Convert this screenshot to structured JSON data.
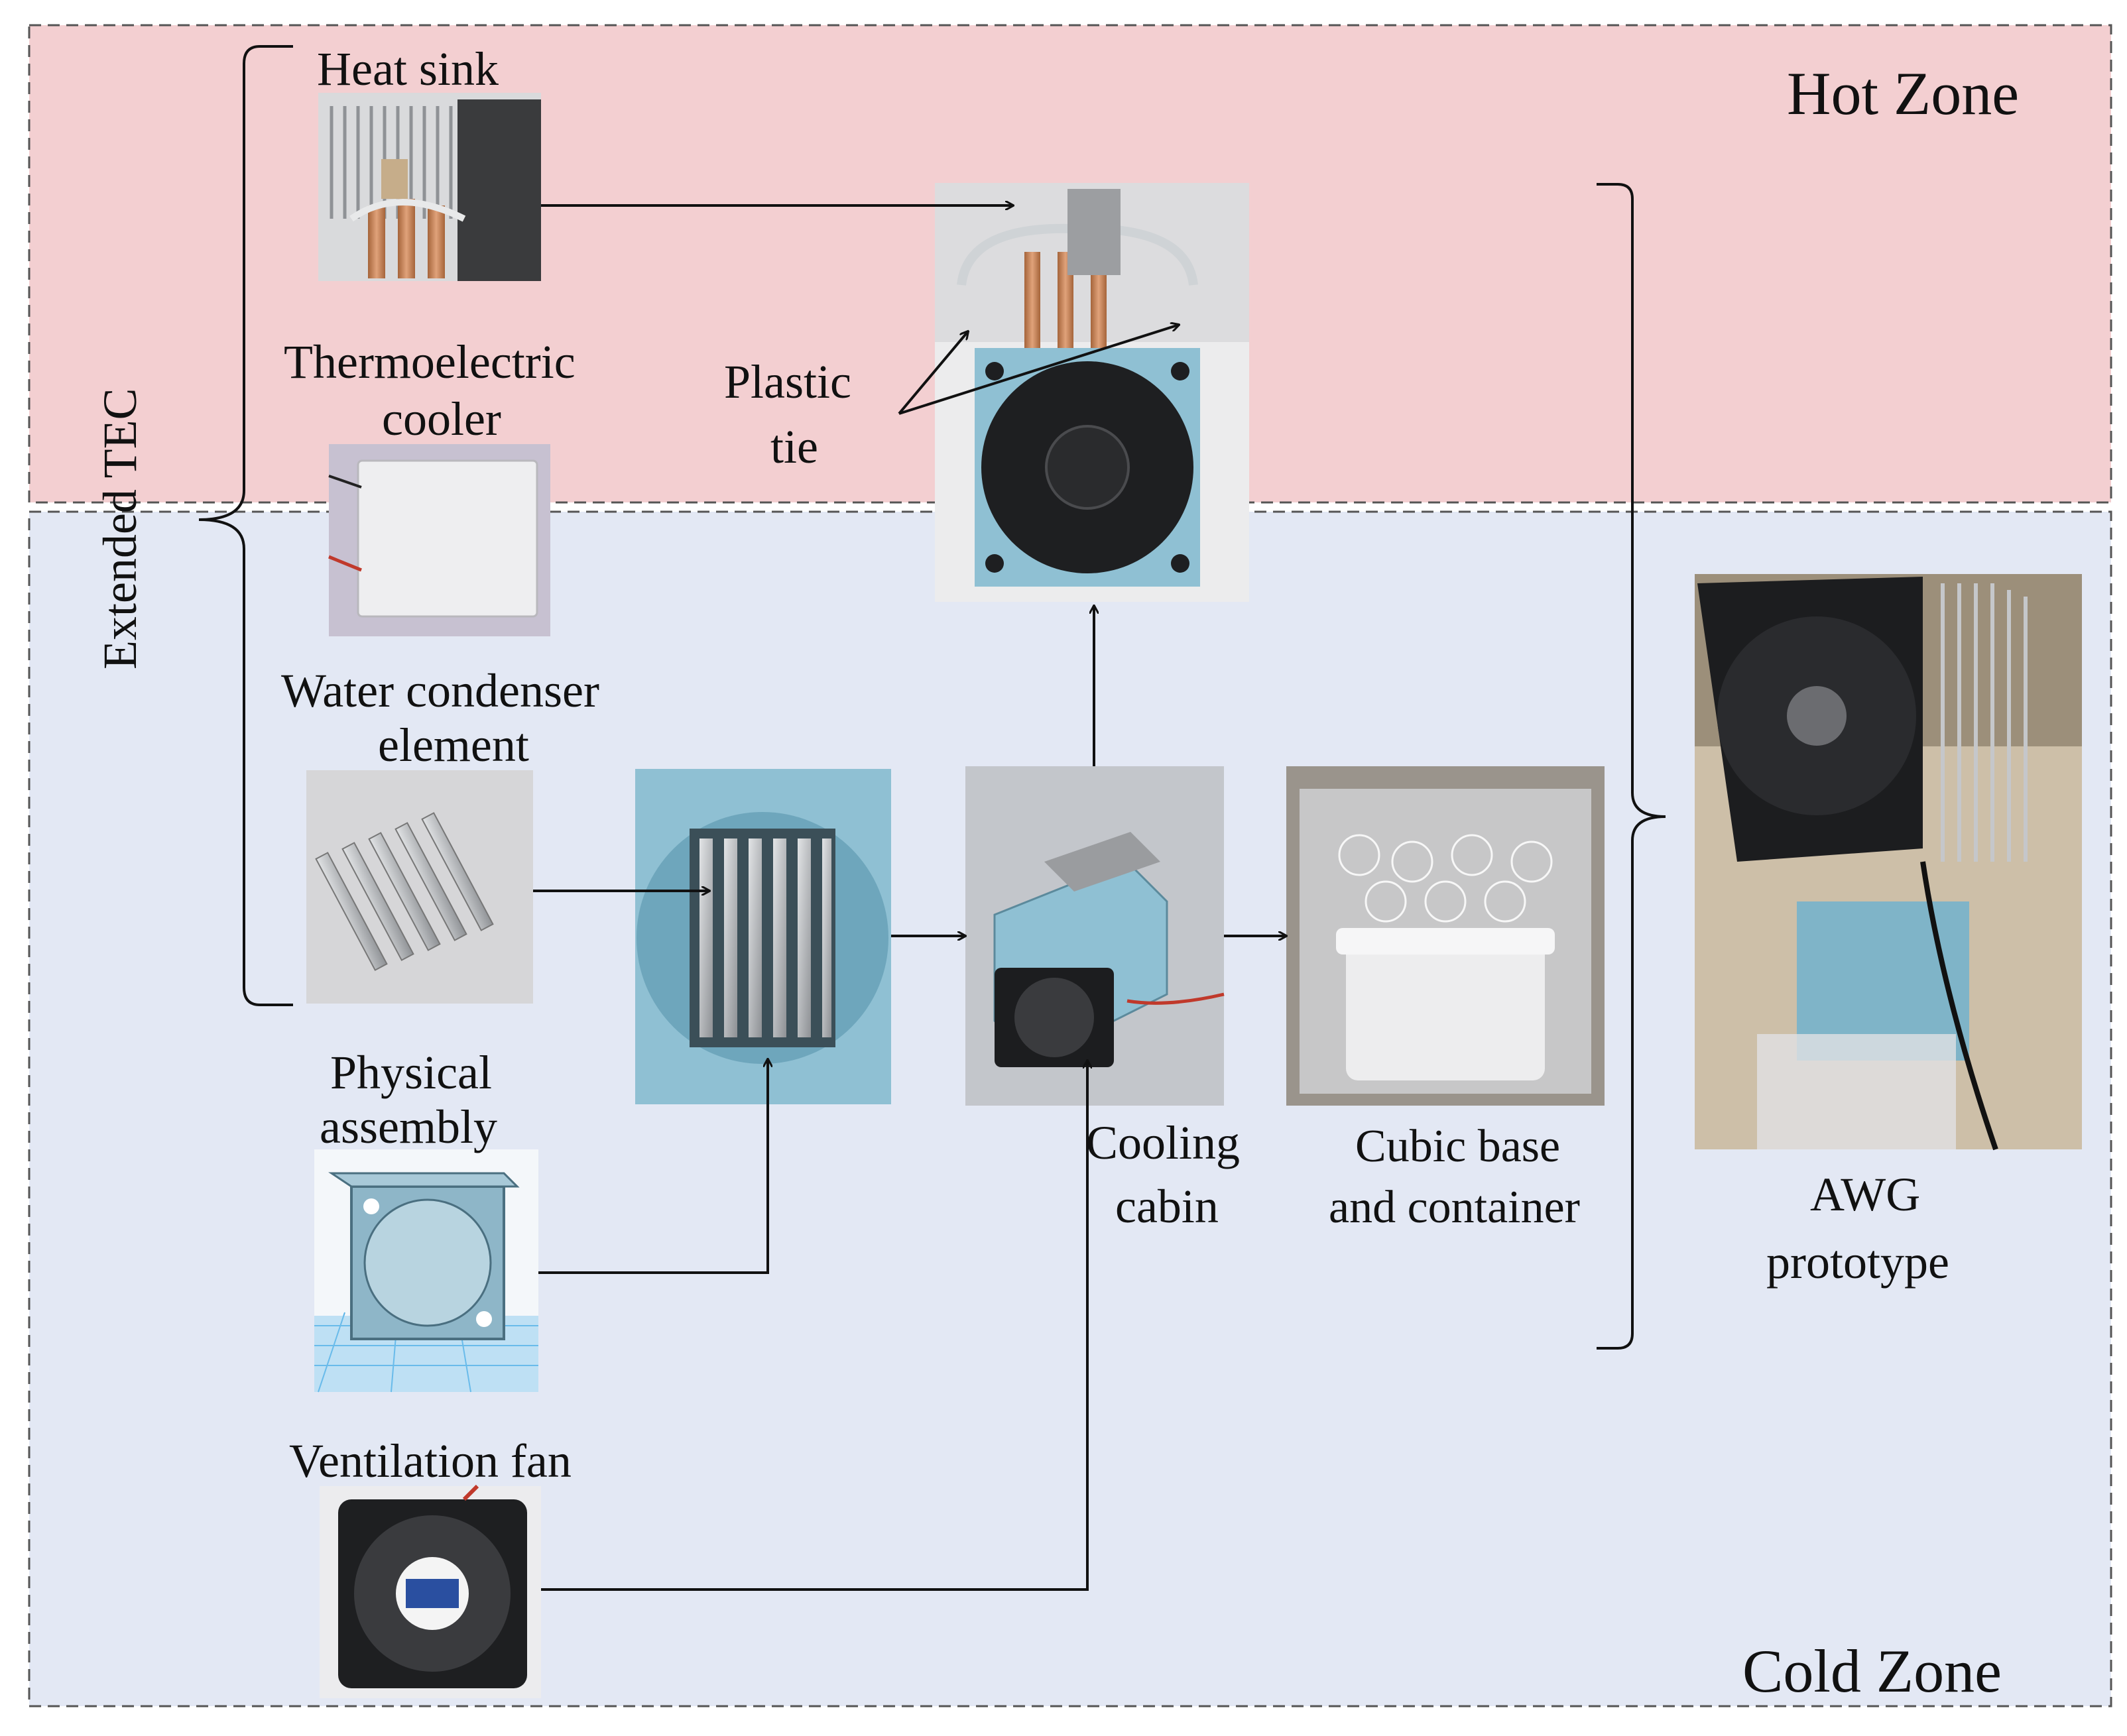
{
  "zones": {
    "hot": {
      "title": "Hot Zone",
      "color": "#f3cfd1"
    },
    "cold": {
      "title": "Cold Zone",
      "color": "#e3e8f4"
    }
  },
  "side_label": "Extended TEC",
  "components": {
    "heat_sink": "Heat sink",
    "tec_line1": "Thermoelectric",
    "tec_line2": "cooler",
    "condenser_line1": "Water condenser",
    "condenser_line2": "element",
    "physical_line1": "Physical",
    "physical_line2": "assembly",
    "vent_fan": "Ventilation fan",
    "plastic_line1": "Plastic",
    "plastic_line2": "tie",
    "cooling_line1": "Cooling",
    "cooling_line2": "cabin",
    "cubic_line1": "Cubic base",
    "cubic_line2": "and container",
    "awg_line1": "AWG",
    "awg_line2": "prototype"
  },
  "colors": {
    "accent_blue": "#8ab8cc",
    "copper": "#c98250",
    "metal": "#b9bcc0"
  }
}
